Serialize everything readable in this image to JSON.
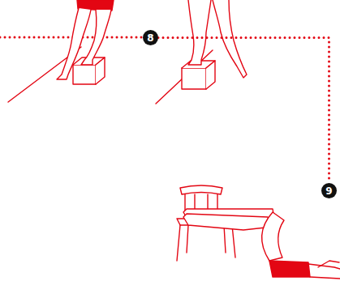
{
  "diagram": {
    "nodes": [
      {
        "text": [
          "8"
        ]
      },
      {
        "text": [
          "9"
        ]
      }
    ],
    "edges": [
      {
        "from": 0,
        "to": 1,
        "arrow": "none"
      }
    ]
  }
}
